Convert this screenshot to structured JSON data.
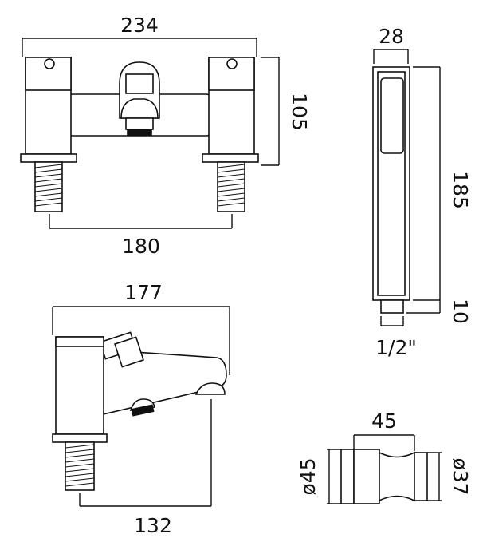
{
  "dimensions": {
    "front_width": "234",
    "front_height": "105",
    "front_center": "180",
    "handset_width": "28",
    "handset_length": "185",
    "handset_connector": "10",
    "handset_thread": "1/2\"",
    "side_depth": "177",
    "side_spout": "132",
    "part_length": "45",
    "part_dia_left": "ø45",
    "part_dia_right": "ø37"
  }
}
